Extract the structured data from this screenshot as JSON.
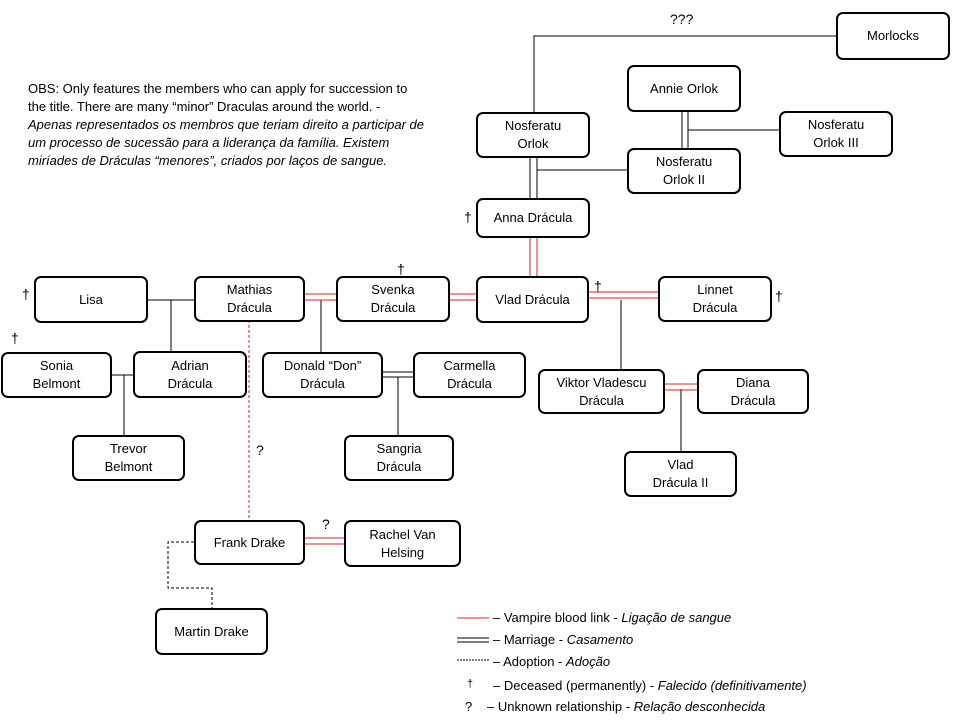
{
  "top_unknown": "???",
  "note": {
    "en": "OBS: Only features the members who can apply for succession to the title. There are many “minor” Draculas around the world. - ",
    "pt": "Apenas representados os membros que teriam direito a participar de um processo de sucessão para a liderança da família. Existem miríades de Dráculas “menores”, criados por laços de sangue."
  },
  "people": {
    "morlocks": "Morlocks",
    "annie_orlok": "Annie Orlok",
    "nosferatu_orlok": "Nosferatu\nOrlok",
    "nosferatu_orlok_iii": "Nosferatu\nOrlok III",
    "nosferatu_orlok_ii": "Nosferatu\nOrlok II",
    "anna_dracula": "Anna Drácula",
    "lisa": "Lisa",
    "mathias_dracula": "Mathias\nDrácula",
    "svenka_dracula": "Svenka\nDrácula",
    "vlad_dracula": "Vlad Drácula",
    "linnet_dracula": "Linnet\nDrácula",
    "sonia_belmont": "Sonia\nBelmont",
    "adrian_dracula": "Adrian\nDrácula",
    "donald_dracula": "Donald “Don”\nDrácula",
    "carmella_dracula": "Carmella\nDrácula",
    "viktor_dracula": "Viktor Vladescu\nDrácula",
    "diana_dracula": "Diana\nDrácula",
    "trevor_belmont": "Trevor\nBelmont",
    "sangria_dracula": "Sangria\nDrácula",
    "vlad_dracula_ii": "Vlad\nDrácula II",
    "frank_drake": "Frank Drake",
    "rachel_van_helsing": "Rachel Van\nHelsing",
    "martin_drake": "Martin Drake"
  },
  "markers": {
    "dagger": "†",
    "question": "?"
  },
  "legend": {
    "blood_en": "– Vampire blood link - ",
    "blood_pt": "Ligação de sangue",
    "marriage_en": "– Marriage - ",
    "marriage_pt": "Casamento",
    "adoption_en": "– Adoption  - ",
    "adoption_pt": "Adoção",
    "deceased_symbol": "†",
    "deceased_en": "– Deceased (permanently) - ",
    "deceased_pt": "Falecido (definitivamente)",
    "unknown_symbol": "?",
    "unknown_en": "– Unknown relationship - ",
    "unknown_pt": "Relação desconhecida"
  },
  "colors": {
    "blood": "#e02020",
    "line": "#000000"
  }
}
